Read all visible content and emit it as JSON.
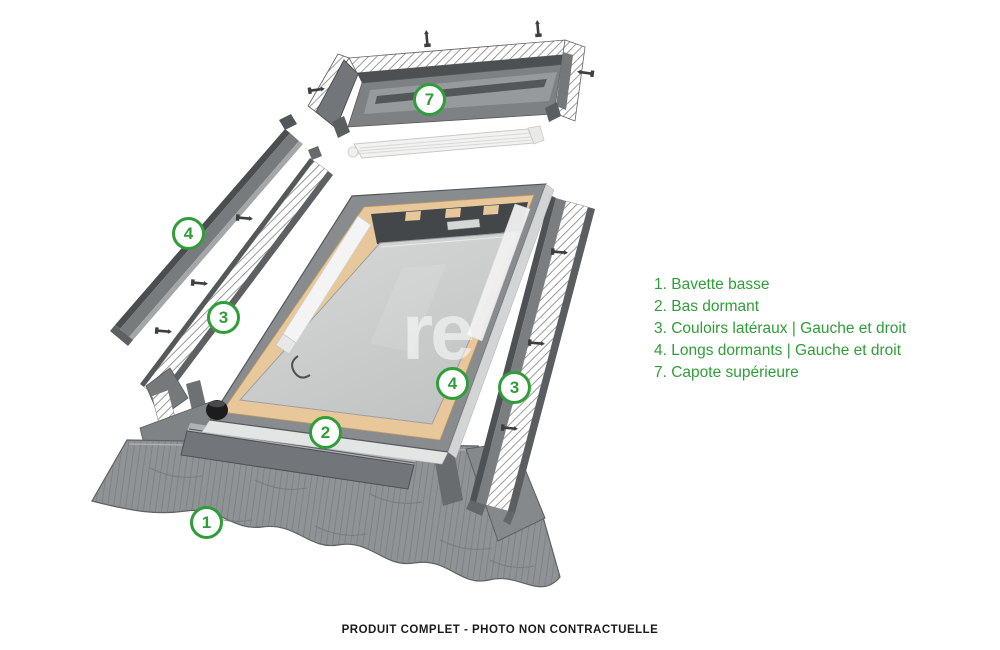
{
  "watermark": {
    "text": "re"
  },
  "diagram": {
    "badges": {
      "b1": "1",
      "b2": "2",
      "b3": "3",
      "b4": "4",
      "b7": "7"
    }
  },
  "legend": {
    "items": [
      "1. Bavette basse",
      "2. Bas dormant",
      "3. Couloirs latéraux | Gauche et droit",
      "4. Longs dormants | Gauche et droit",
      "7. Capote supérieure"
    ]
  },
  "footer": {
    "caption": "PRODUIT COMPLET - PHOTO NON CONTRACTUELLE"
  },
  "colors": {
    "accent_green": "#2f9e38",
    "caption_color": "#1b1b1b",
    "watermark_white": "#ffffff"
  }
}
